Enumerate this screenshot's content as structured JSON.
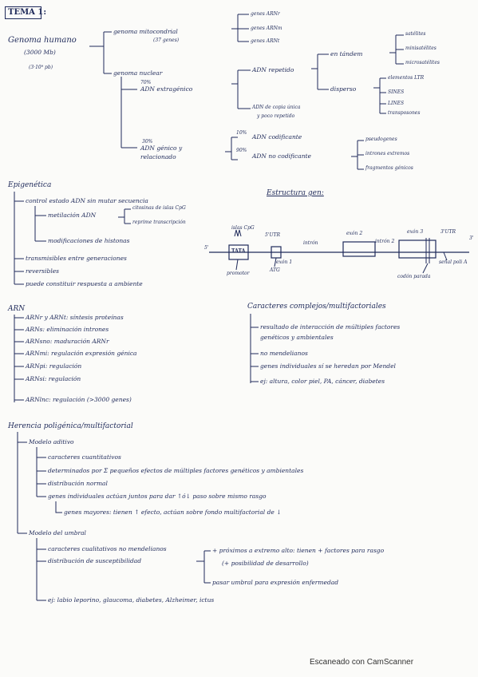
{
  "tema": "TEMA 1:",
  "genoma": {
    "title": "Genoma humano",
    "size1": "(3000 Mb)",
    "size2": "(3·10⁹ pb)",
    "mito": {
      "label": "genoma mitocondrial",
      "count": "(37 genes)",
      "items": [
        "genes ARNr",
        "genes ARNm",
        "genes ARNt"
      ]
    },
    "nuclear": {
      "label": "genoma nuclear",
      "extra": {
        "pct": "70%",
        "label": "ADN extragénico",
        "repetido": "ADN repetido",
        "tandem": "en tándem",
        "tandem_items": [
          "satélites",
          "minisatélites",
          "microsatélites"
        ],
        "disperso": "disperso",
        "disperso_items": [
          "elementos LTR",
          "SINES",
          "LINES",
          "transposones"
        ],
        "copia1": "ADN de copia única",
        "copia2": "y poco repetido"
      },
      "genic": {
        "pct": "30%",
        "label1": "ADN génico y",
        "label2": "relacionado",
        "cod_pct": "10%",
        "cod": "ADN codificante",
        "nocod_pct": "90%",
        "nocod": "ADN no codificante",
        "nocod_items": [
          "pseudogenes",
          "intrones extremos",
          "fragmentos génicos"
        ]
      }
    }
  },
  "epigenetica": {
    "title": "Epigenética",
    "items": [
      "control estado ADN sin mutar secuencia",
      "metilación ADN",
      "modificaciones de histonas",
      "transmisibles entre generaciones",
      "reversibles",
      "puede constituir respuesta a ambiente"
    ],
    "metil_items": [
      "citosinas de islas CpG",
      "reprime transcripción"
    ]
  },
  "estructura": {
    "title": "Estructura gen:",
    "labels": [
      "islas CpG",
      "5'UTR",
      "intrón",
      "exón 2",
      "intrón 2",
      "exón 3",
      "3'UTR",
      "TATA",
      "exón 1",
      "promotor",
      "ATG",
      "codón parada",
      "señal poli A",
      "5'",
      "3'"
    ]
  },
  "arn": {
    "title": "ARN",
    "items": [
      "ARNr y ARNt: síntesis proteínas",
      "ARNs: eliminación intrones",
      "ARNsno: maduración ARNr",
      "ARNmi: regulación expresión génica",
      "ARNpi: regulación",
      "ARNsi: regulación",
      "ARNlnc: regulación (>3000 genes)"
    ]
  },
  "caracteres": {
    "title": "Caracteres complejos/multifactoriales",
    "items": [
      "resultado de interacción de múltiples factores",
      "genéticos y ambientales",
      "no mendelianos",
      "genes individuales sí se heredan por Mendel",
      "ej: altura, color piel, PA, cáncer, diabetes"
    ]
  },
  "herencia": {
    "title": "Herencia poligénica/multifactorial",
    "aditivo": "Modelo aditivo",
    "aditivo_items": [
      "caracteres cuantitativos",
      "determinados por Σ pequeños efectos de múltiples factores genéticos y ambientales",
      "distribución normal",
      "genes individuales actúan juntos para dar ↑ó↓ paso sobre mismo rasgo",
      "genes mayores: tienen ↑ efecto, actúan sobre fondo multifactorial de ↓"
    ],
    "umbral": "Modelo del umbral",
    "umbral_items": [
      "caracteres cualitativos no mendelianos",
      "distribución de susceptibilidad",
      "+ próximos a extremo alto: tienen + factores para rasgo",
      "(+ posibilidad de desarrollo)",
      "pasar umbral para expresión enfermedad",
      "ej: labio leporino, glaucoma, diabetes, Alzheimer, ictus"
    ]
  },
  "watermark": "Escaneado con CamScanner"
}
